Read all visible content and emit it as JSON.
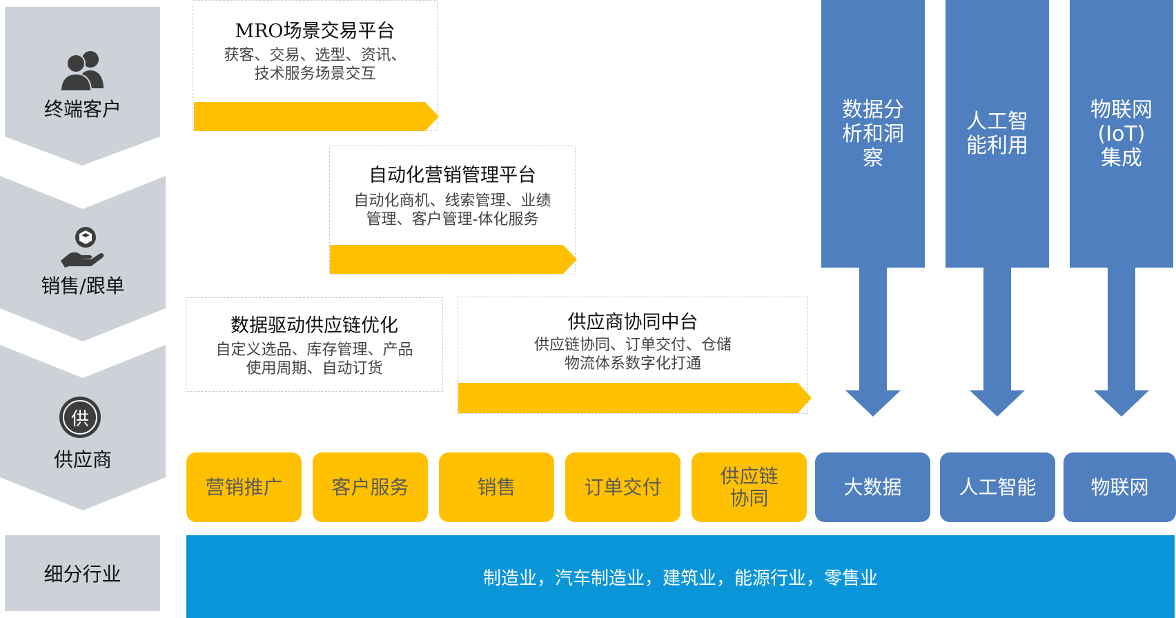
{
  "left_column": {
    "stages": [
      {
        "label": "终端客户",
        "icon": "users-icon"
      },
      {
        "label": "销售/跟单",
        "icon": "hand-box-icon"
      },
      {
        "label": "供应商",
        "icon": "supplier-badge-icon",
        "icon_text": "供"
      }
    ],
    "segment_label": "细分行业"
  },
  "platforms": [
    {
      "title": "MRO场景交易平台",
      "desc": [
        "获客、交易、选型、资讯、",
        "技术服务场景交互"
      ]
    },
    {
      "title": "自动化营销管理平台",
      "desc": [
        "自动化商机、线索管理、业绩",
        "管理、客户管理-体化服务"
      ]
    },
    {
      "title": "数据驱动供应链优化",
      "desc": [
        "自定义选品、库存管理、产品",
        "使用周期、自动订货"
      ]
    },
    {
      "title": "供应商协同中台",
      "desc": [
        "供应链协同、订单交付、仓储",
        "物流体系数字化打通"
      ]
    }
  ],
  "tech_columns": [
    {
      "label": "数据分\n析和洞\n察"
    },
    {
      "label": "人工智\n能利用"
    },
    {
      "label": "物联网\n(IoT)\n集成"
    }
  ],
  "business_modules": [
    {
      "label": "营销推广"
    },
    {
      "label": "客户服务"
    },
    {
      "label": "销售"
    },
    {
      "label": "订单交付"
    },
    {
      "label": "供应链\n协同"
    }
  ],
  "tech_modules": [
    {
      "label": "大数据"
    },
    {
      "label": "人工智能"
    },
    {
      "label": "物联网"
    }
  ],
  "industries": "制造业，汽车制造业，建筑业，能源行业，零售业",
  "colors": {
    "gray": "#cdd2d8",
    "yellow": "#ffc000",
    "blue": "#4f7fbf",
    "industry_blue": "#0b95d9"
  }
}
